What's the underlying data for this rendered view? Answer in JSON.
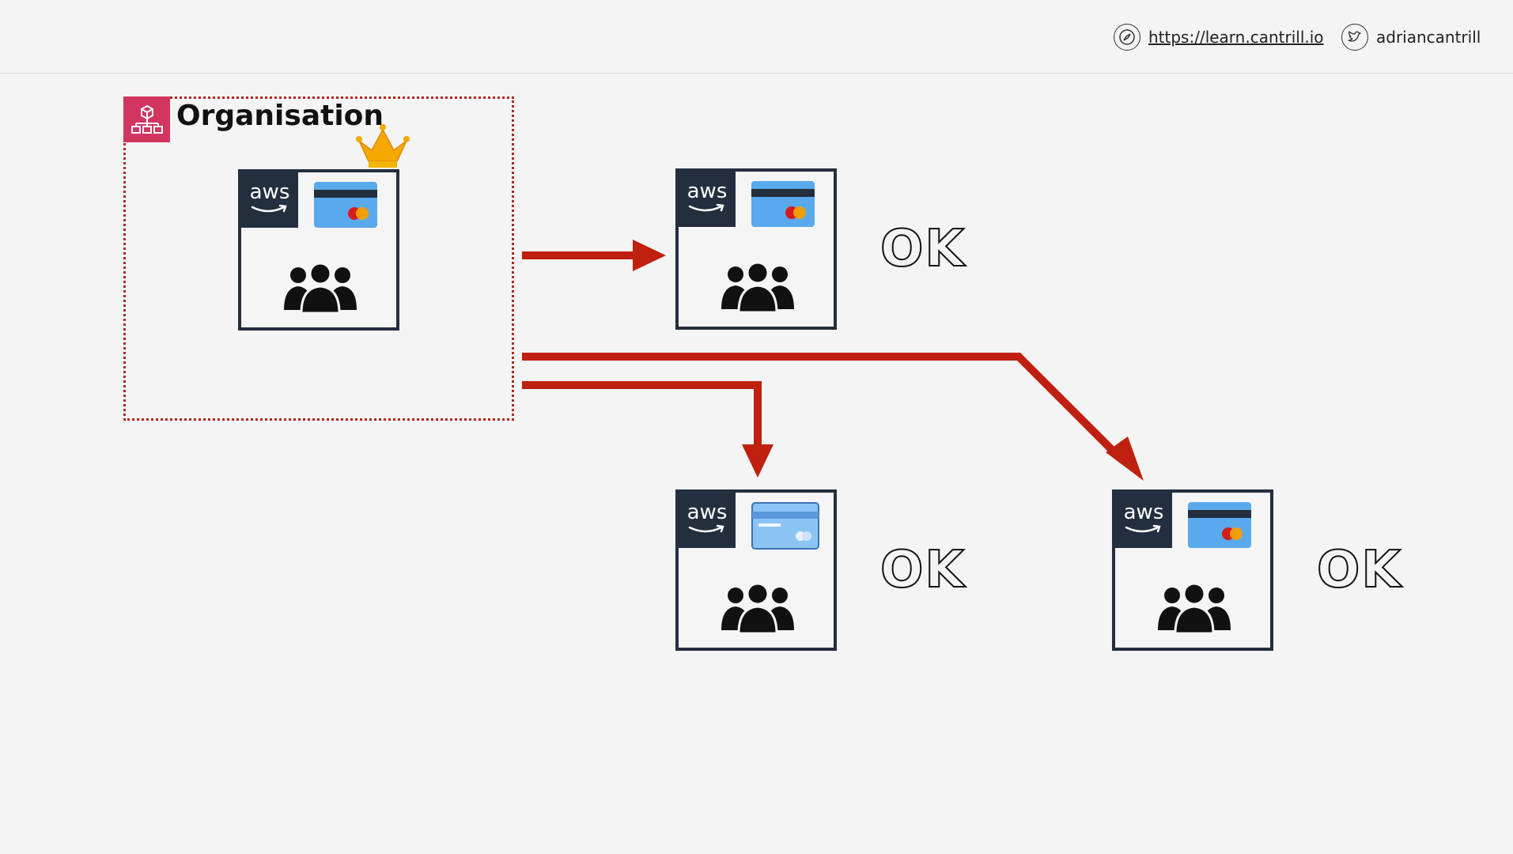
{
  "header": {
    "url": "https://learn.cantrill.io",
    "twitter_handle": "adriancantrill",
    "url_icon": "compass-icon",
    "twitter_icon": "twitter-bird-icon"
  },
  "organisation": {
    "title": "Organisation",
    "icon": "org-hierarchy-icon",
    "badge": "crown-icon"
  },
  "accounts": [
    {
      "id": "management",
      "aws_label": "aws",
      "card_style": "full",
      "status": ""
    },
    {
      "id": "member-1",
      "aws_label": "aws",
      "card_style": "full",
      "status": "OK"
    },
    {
      "id": "member-2",
      "aws_label": "aws",
      "card_style": "faded",
      "status": "OK"
    },
    {
      "id": "member-3",
      "aws_label": "aws",
      "card_style": "full",
      "status": "OK"
    }
  ],
  "colors": {
    "arrow": "#c0200f",
    "org_border": "#b3261e",
    "org_icon": "#d13560",
    "aws_dark": "#232f3e",
    "card_blue": "#5aa9ec",
    "crown": "#f5a800"
  }
}
